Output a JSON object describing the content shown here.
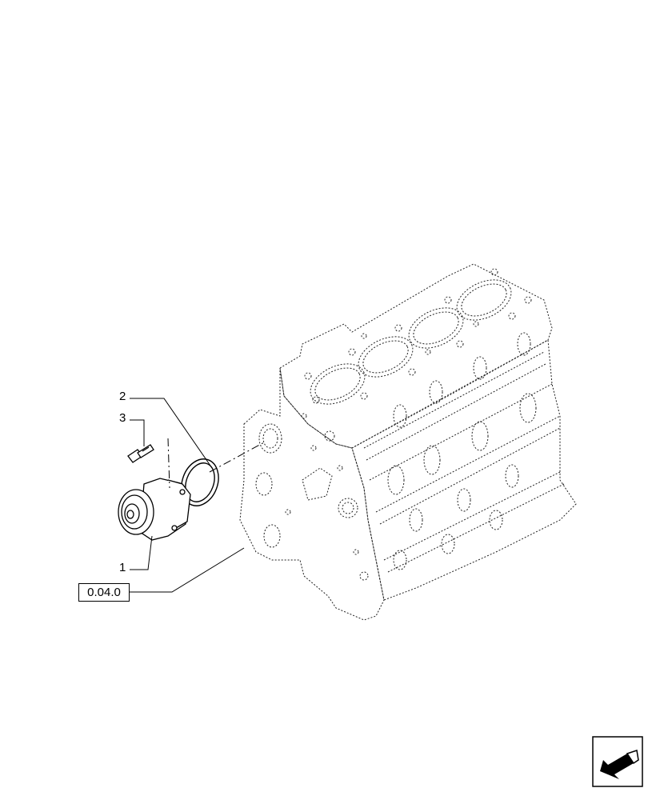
{
  "diagram": {
    "callouts": [
      {
        "id": "2",
        "text": "2"
      },
      {
        "id": "3",
        "text": "3"
      },
      {
        "id": "1",
        "text": "1"
      }
    ],
    "reference": {
      "text": "0.04.0"
    },
    "nav": {
      "icon": "arrow-back-icon"
    }
  }
}
